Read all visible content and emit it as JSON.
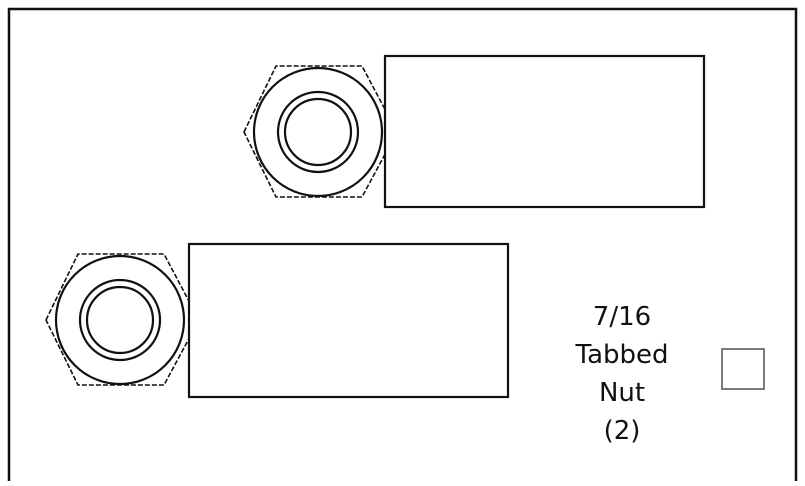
{
  "part": {
    "size": "7/16",
    "name_line1": "Tabbed",
    "name_line2": "Nut",
    "quantity": "(2)"
  },
  "checkbox": {
    "checked": false
  },
  "colors": {
    "line": "#111111",
    "checkbox_border": "#7a7a7a",
    "background": "#ffffff"
  }
}
